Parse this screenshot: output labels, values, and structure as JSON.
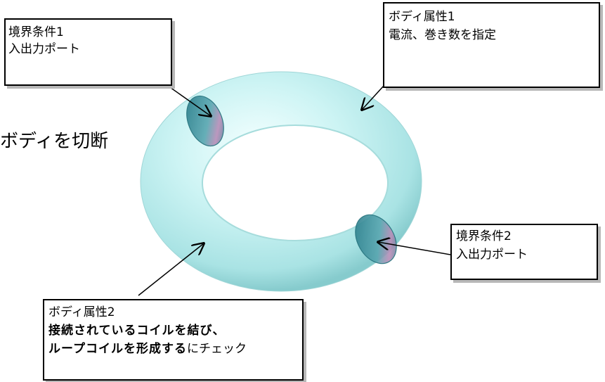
{
  "figure": {
    "colors": {
      "torus_base": "#bfeeee",
      "torus_highlight": "#f4ffff",
      "torus_shadow": "#7fc7c9",
      "port_fill": "#2f8c98",
      "box_shadow": "#b8b8b8"
    },
    "cut_label": "ボディを切断",
    "boundary_condition_1": {
      "title": "境界条件1",
      "desc": "入出力ポート"
    },
    "body_property_1": {
      "title": "ボディ属性1",
      "desc": "電流、巻き数を指定"
    },
    "boundary_condition_2": {
      "title": "境界条件2",
      "desc": "入出力ポート"
    },
    "body_property_2": {
      "title": "ボディ属性2",
      "line2_bold": "接続されているコイルを結び、",
      "line3_bold": "ループコイルを形成する",
      "line3_normal": "にチェック"
    }
  }
}
